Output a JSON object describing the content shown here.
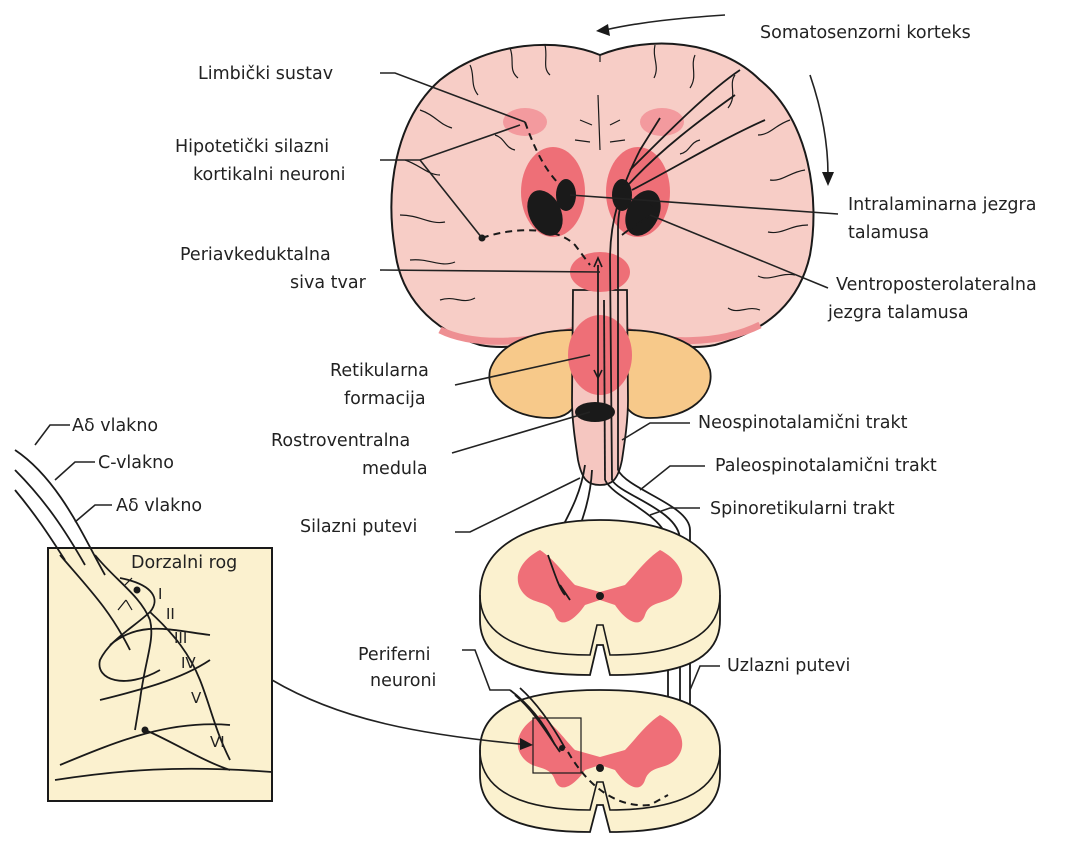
{
  "labels": {
    "somatosensory_cortex": "Somatosenzorni korteks",
    "limbic_system": "Limbički sustav",
    "hypothetical_neurons_l1": "Hipotetički silazni",
    "hypothetical_neurons_l2": "kortikalni neuroni",
    "intralaminar_l1": "Intralaminarna jezgra",
    "intralaminar_l2": "talamusa",
    "periaqueductal_l1": "Periavkeduktalna",
    "periaqueductal_l2": "siva tvar",
    "ventroposterolateral_l1": "Ventroposterolateralna",
    "ventroposterolateral_l2": "jezgra talamusa",
    "reticular_l1": "Retikularna",
    "reticular_l2": "formacija",
    "rostroventral_l1": "Rostroventralna",
    "rostroventral_l2": "medula",
    "neospinothalamic": "Neospinotalamični trakt",
    "paleospinothalamic": "Paleospinotalamični trakt",
    "descending_pathways": "Silazni putevi",
    "spinoreticular": "Spinoretikularni trakt",
    "peripheral_l1": "Periferni",
    "peripheral_l2": "neuroni",
    "ascending_pathways": "Uzlazni putevi",
    "fiber_adelta_1": "Aδ vlakno",
    "fiber_c": "C-vlakno",
    "fiber_adelta_2": "Aδ vlakno",
    "dorsal_horn": "Dorzalni rog"
  },
  "laminae": [
    "I",
    "II",
    "III",
    "IV",
    "V",
    "VI"
  ],
  "colors": {
    "brain_fill": "#f7cdc6",
    "brainstem_fill": "#f5c6c0",
    "cerebellum_fill": "#f7c98a",
    "highlight": "#ee6f77",
    "spinal_fill": "#fbf1cf",
    "gray_matter": "#ef6f78",
    "inset_fill": "#fbf1cf",
    "ink": "#1a1a1a"
  }
}
